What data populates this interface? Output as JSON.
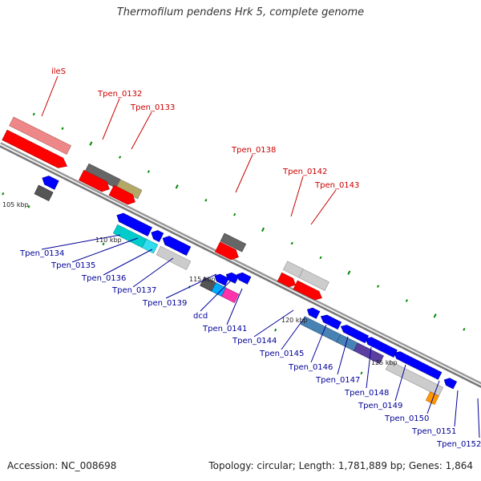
{
  "title": "Thermofilum pendens Hrk 5, complete genome",
  "footer": {
    "accession": "Accession: NC_008698",
    "summary": "Topology: circular; Length: 1,781,889 bp; Genes: 1,864"
  },
  "colors": {
    "top_label": "#cc0000",
    "bottom_label": "#000099",
    "tick_mark": "#008800",
    "backbone": "#888888"
  },
  "scale_ticks": [
    "105 kbp",
    "110 kbp",
    "115 kbp",
    "120 kbp",
    "125 kbp"
  ],
  "top_labels": [
    "ileS",
    "Tpen_0132",
    "Tpen_0133",
    "Tpen_0138",
    "Tpen_0142",
    "Tpen_0143"
  ],
  "bottom_labels": [
    "Tpen_0134",
    "Tpen_0135",
    "Tpen_0136",
    "Tpen_0137",
    "Tpen_0139",
    "dcd",
    "Tpen_0141",
    "Tpen_0144",
    "Tpen_0145",
    "Tpen_0146",
    "Tpen_0147",
    "Tpen_0148",
    "Tpen_0149",
    "Tpen_0150",
    "Tpen_0151",
    "Tpen_0152"
  ]
}
